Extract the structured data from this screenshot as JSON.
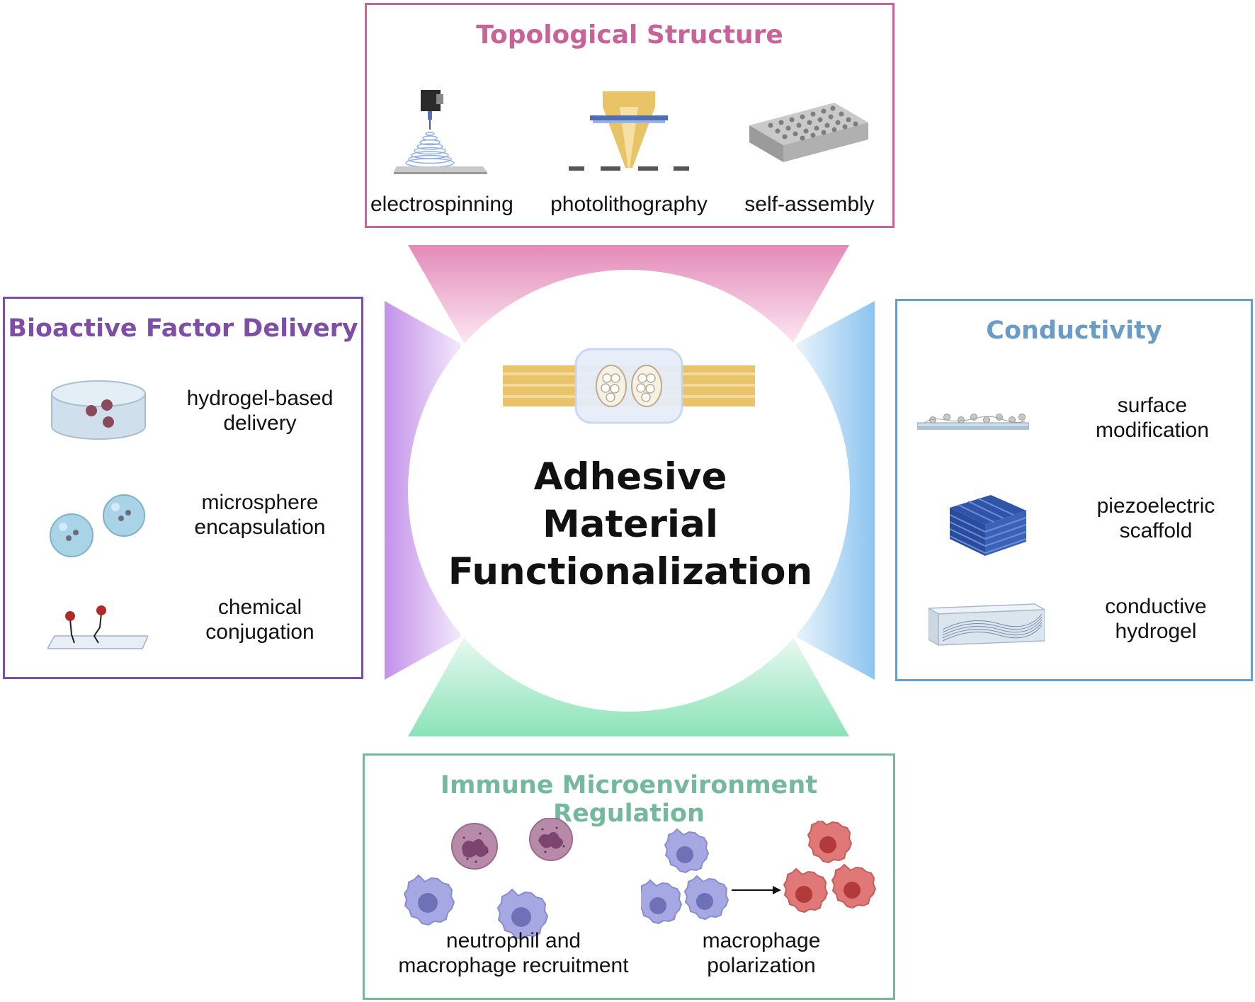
{
  "center": {
    "title_line1": "Adhesive",
    "title_line2": "Material",
    "title_line3": "Functionalization"
  },
  "topological": {
    "title": "Topological Structure",
    "items": [
      {
        "label": "electrospinning"
      },
      {
        "label": "photolithography"
      },
      {
        "label": "self-assembly"
      }
    ]
  },
  "bioactive": {
    "title": "Bioactive Factor Delivery",
    "items": [
      {
        "line1": "hydrogel-based",
        "line2": "delivery"
      },
      {
        "line1": "microsphere",
        "line2": "encapsulation"
      },
      {
        "line1": "chemical",
        "line2": "conjugation"
      }
    ]
  },
  "conductivity": {
    "title": "Conductivity",
    "items": [
      {
        "line1": "surface",
        "line2": "modification"
      },
      {
        "line1": "piezoelectric",
        "line2": "scaffold"
      },
      {
        "line1": "conductive",
        "line2": "hydrogel"
      }
    ]
  },
  "immune": {
    "title": "Immune Microenvironment Regulation",
    "items": [
      {
        "line1": "neutrophil and",
        "line2": "macrophage recruitment"
      },
      {
        "line1": "macrophage",
        "line2": "polarization"
      }
    ]
  },
  "colors": {
    "topological": "#c8639a",
    "bioactive": "#7e4ea6",
    "conductivity": "#6a9cc8",
    "immune": "#74b99c"
  }
}
